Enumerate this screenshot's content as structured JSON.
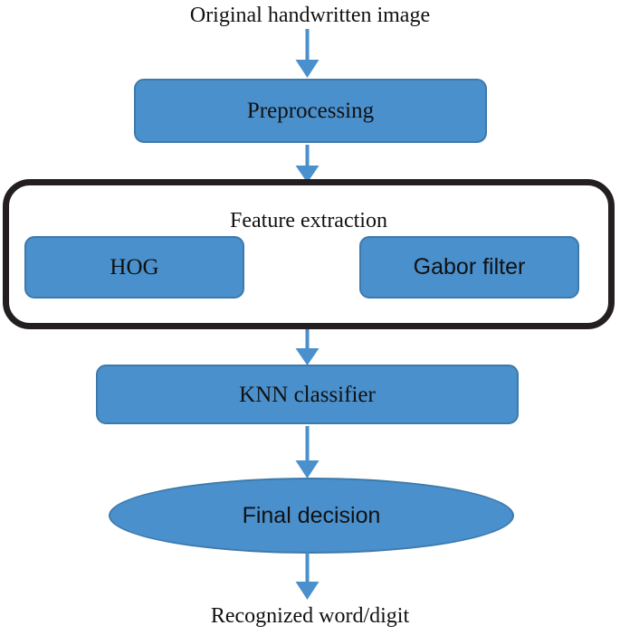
{
  "diagram": {
    "title_text": "Original handwritten image",
    "output_text": "Recognized word/digit",
    "accent_color": "#4A90CC",
    "accent_border_color": "#3D7AAB",
    "group_border_color": "#231f20",
    "arrow_color": "#4A90CC",
    "nodes": {
      "input_label": "Original handwritten image",
      "preprocessing": "Preprocessing",
      "feature_extraction_group": "Feature extraction",
      "hog": "HOG",
      "gabor": "Gabor filter",
      "knn": "KNN classifier",
      "final_decision": "Final decision",
      "output_label": "Recognized word/digit"
    },
    "arrows": [
      {
        "name": "input-to-preprocessing",
        "from": "Original handwritten image",
        "to": "Preprocessing"
      },
      {
        "name": "preprocessing-to-feature-extraction",
        "from": "Preprocessing",
        "to": "Feature extraction"
      },
      {
        "name": "feature-extraction-to-knn",
        "from": "Feature extraction",
        "to": "KNN classifier"
      },
      {
        "name": "knn-to-final-decision",
        "from": "KNN classifier",
        "to": "Final decision"
      },
      {
        "name": "final-decision-to-output",
        "from": "Final decision",
        "to": "Recognized word/digit"
      }
    ]
  }
}
